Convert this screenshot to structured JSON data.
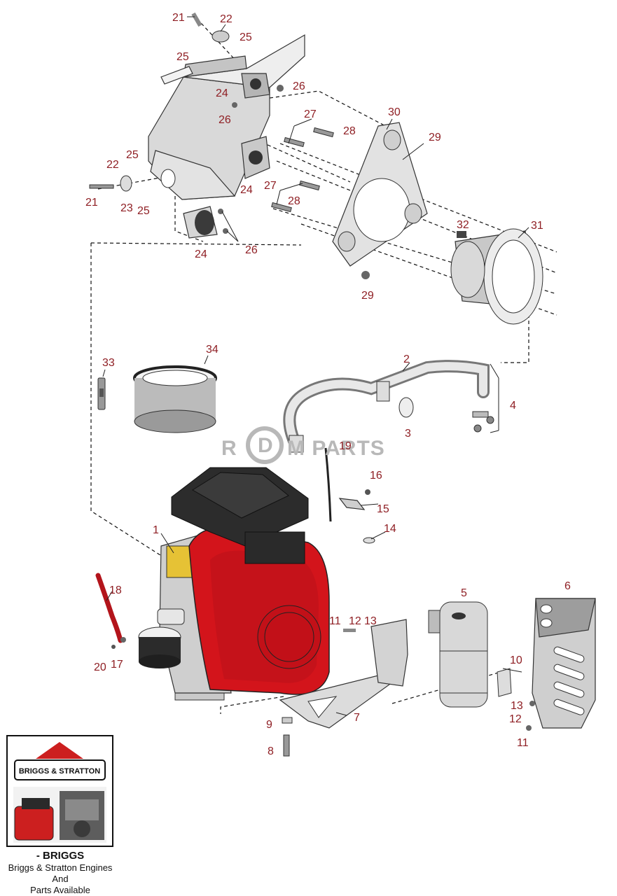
{
  "watermark": {
    "prefix": "R",
    "suffix": "M PARTS",
    "mid_letter": "D"
  },
  "callouts": [
    {
      "id": "c21a",
      "label": "21"
    },
    {
      "id": "c22a",
      "label": "22"
    },
    {
      "id": "c25a",
      "label": "25"
    },
    {
      "id": "c25b",
      "label": "25"
    },
    {
      "id": "c26a",
      "label": "26"
    },
    {
      "id": "c24a",
      "label": "24"
    },
    {
      "id": "c26b",
      "label": "26"
    },
    {
      "id": "c30",
      "label": "30"
    },
    {
      "id": "c27a",
      "label": "27"
    },
    {
      "id": "c28a",
      "label": "28"
    },
    {
      "id": "c29a",
      "label": "29"
    },
    {
      "id": "c25c",
      "label": "25"
    },
    {
      "id": "c22b",
      "label": "22"
    },
    {
      "id": "c21b",
      "label": "21"
    },
    {
      "id": "c23",
      "label": "23"
    },
    {
      "id": "c25d",
      "label": "25"
    },
    {
      "id": "c24b",
      "label": "24"
    },
    {
      "id": "c27b",
      "label": "27"
    },
    {
      "id": "c28b",
      "label": "28"
    },
    {
      "id": "c24c",
      "label": "24"
    },
    {
      "id": "c26c",
      "label": "26"
    },
    {
      "id": "c32",
      "label": "32"
    },
    {
      "id": "c31",
      "label": "31"
    },
    {
      "id": "c29b",
      "label": "29"
    },
    {
      "id": "c33",
      "label": "33"
    },
    {
      "id": "c34",
      "label": "34"
    },
    {
      "id": "c2",
      "label": "2"
    },
    {
      "id": "c4",
      "label": "4"
    },
    {
      "id": "c3",
      "label": "3"
    },
    {
      "id": "c19",
      "label": "19"
    },
    {
      "id": "c16",
      "label": "16"
    },
    {
      "id": "c15",
      "label": "15"
    },
    {
      "id": "c14",
      "label": "14"
    },
    {
      "id": "c1",
      "label": "1"
    },
    {
      "id": "c18",
      "label": "18"
    },
    {
      "id": "c11a",
      "label": "11"
    },
    {
      "id": "c12a",
      "label": "12"
    },
    {
      "id": "c13a",
      "label": "13"
    },
    {
      "id": "c5",
      "label": "5"
    },
    {
      "id": "c6",
      "label": "6"
    },
    {
      "id": "c20",
      "label": "20"
    },
    {
      "id": "c17",
      "label": "17"
    },
    {
      "id": "c10",
      "label": "10"
    },
    {
      "id": "c7",
      "label": "7"
    },
    {
      "id": "c9",
      "label": "9"
    },
    {
      "id": "c8",
      "label": "8"
    },
    {
      "id": "c13b",
      "label": "13"
    },
    {
      "id": "c12b",
      "label": "12"
    },
    {
      "id": "c11b",
      "label": "11"
    }
  ],
  "brand": {
    "logo_text": "BRIGGS & STRATTON",
    "title": "- BRIGGS",
    "description_line1": "Briggs & Stratton Engines And",
    "description_line2": "Parts Available"
  },
  "colors": {
    "callout": "#8f1f24",
    "engine_red": "#d3141b",
    "brand_red": "#cc1f1f"
  }
}
